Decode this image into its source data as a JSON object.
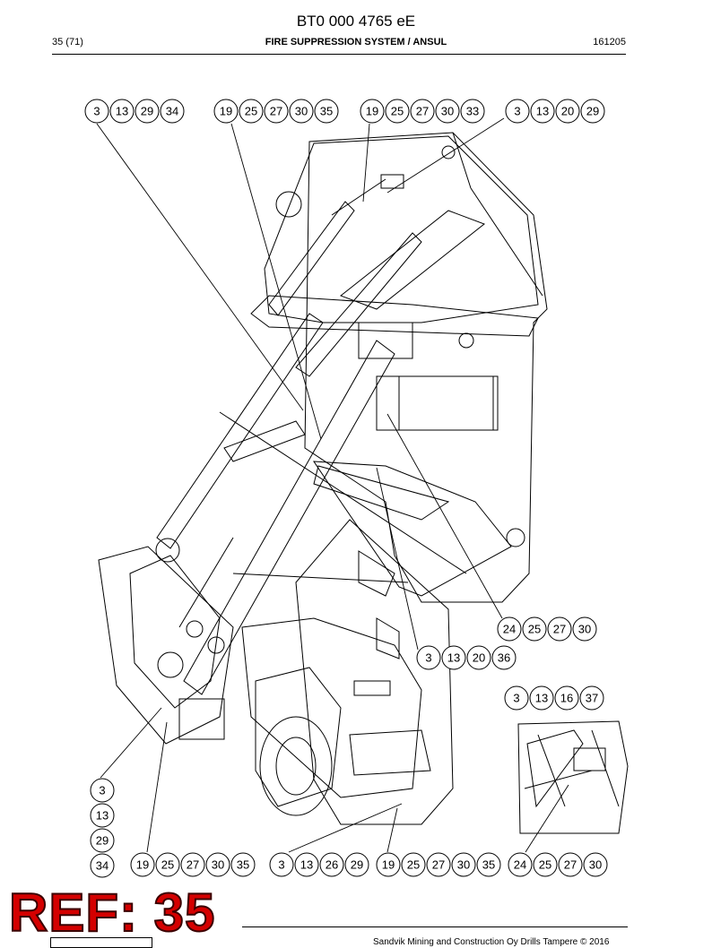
{
  "header": {
    "doc_id": "BT0 000 4765 eE",
    "page": "35 (71)",
    "section": "FIRE SUPPRESSION SYSTEM / ANSUL",
    "date": "161205"
  },
  "callouts": {
    "c1": [
      "3",
      "13",
      "29",
      "34"
    ],
    "c2": [
      "19",
      "25",
      "27",
      "30",
      "35"
    ],
    "c3": [
      "19",
      "25",
      "27",
      "30",
      "33"
    ],
    "c4": [
      "3",
      "13",
      "20",
      "29"
    ],
    "c5": [
      "24",
      "25",
      "27",
      "30"
    ],
    "c6": [
      "3",
      "13",
      "20",
      "36"
    ],
    "c7": [
      "3",
      "13",
      "16",
      "37"
    ],
    "c8": [
      "3",
      "13",
      "29",
      "34"
    ],
    "c9": [
      "19",
      "25",
      "27",
      "30",
      "35"
    ],
    "c10": [
      "3",
      "13",
      "26",
      "29"
    ],
    "c11": [
      "19",
      "25",
      "27",
      "30",
      "35"
    ],
    "c12": [
      "24",
      "25",
      "27",
      "30"
    ]
  },
  "stamp": {
    "ref": "REF: 35"
  },
  "footer": {
    "text": "Sandvik Mining and Construction Oy Drills Tampere © 2016"
  }
}
